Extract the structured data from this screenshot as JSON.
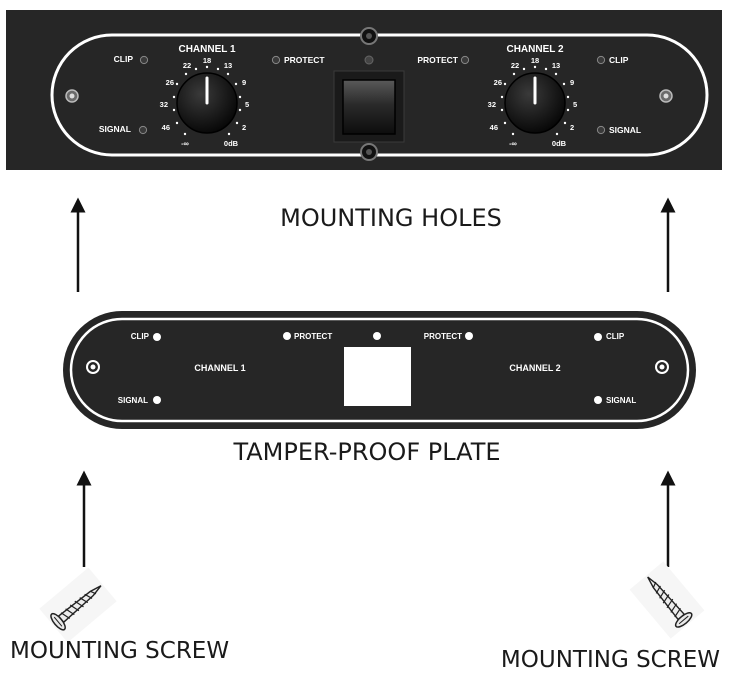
{
  "amp_panel": {
    "channel1_title": "CHANNEL 1",
    "channel2_title": "CHANNEL 2",
    "clip": "CLIP",
    "signal": "SIGNAL",
    "protect": "PROTECT",
    "dial_marks": [
      "-∞",
      "46",
      "32",
      "26",
      "22",
      "18",
      "13",
      "9",
      "5",
      "2",
      "0dB"
    ]
  },
  "tamper_plate": {
    "clip": "CLIP",
    "signal": "SIGNAL",
    "protect": "PROTECT",
    "channel1": "CHANNEL 1",
    "channel2": "CHANNEL 2"
  },
  "captions": {
    "mounting_holes": "MOUNTING HOLES",
    "tamper_plate": "TAMPER-PROOF PLATE",
    "screw_left": "MOUNTING SCREW",
    "screw_right": "MOUNTING SCREW"
  },
  "colors": {
    "panel": "#262626",
    "outline": "#ffffff",
    "text_dark": "#1a1a1a"
  }
}
